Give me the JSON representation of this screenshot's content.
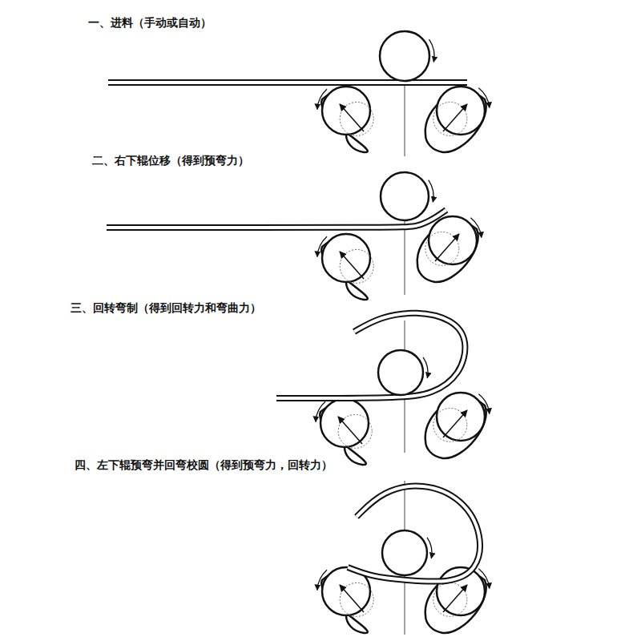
{
  "diagram": {
    "labels": [
      "一、进料（手动或自动）",
      "二、右下辊位移（得到预弯力）",
      "三、回转弯制（得到回转力和弯曲力）",
      "四、左下辊预弯并回弯校圆（得到预弯力，回转力）"
    ]
  }
}
